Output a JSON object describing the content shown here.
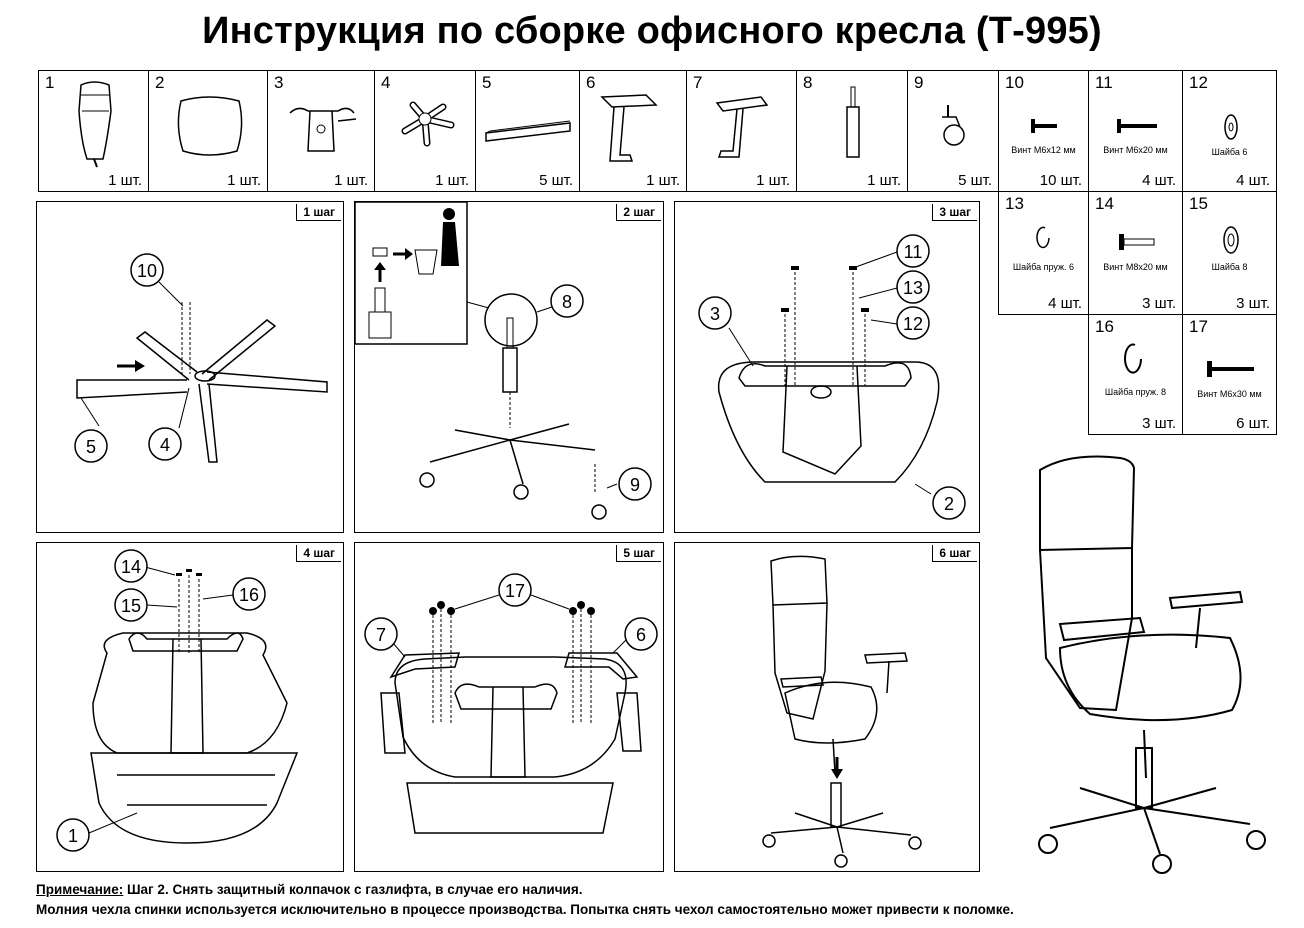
{
  "title": "Инструкция по сборке офисного кресла (Т-995)",
  "parts": [
    {
      "num": "1",
      "qty": "1 шт.",
      "icon": "backrest-icon"
    },
    {
      "num": "2",
      "qty": "1 шт.",
      "icon": "seat-icon"
    },
    {
      "num": "3",
      "qty": "1 шт.",
      "icon": "mechanism-icon"
    },
    {
      "num": "4",
      "qty": "1 шт.",
      "icon": "star-base-icon"
    },
    {
      "num": "5",
      "qty": "5 шт.",
      "icon": "bar-icon"
    },
    {
      "num": "6",
      "qty": "1 шт.",
      "icon": "armrest-right-icon"
    },
    {
      "num": "7",
      "qty": "1 шт.",
      "icon": "armrest-left-icon"
    },
    {
      "num": "8",
      "qty": "1 шт.",
      "icon": "gas-lift-icon"
    },
    {
      "num": "9",
      "qty": "5 шт.",
      "icon": "caster-icon"
    },
    {
      "num": "10",
      "qty": "10 шт.",
      "caption": "Винт М6х12 мм",
      "icon": "screw-icon"
    },
    {
      "num": "11",
      "qty": "4 шт.",
      "caption": "Винт М6х20 мм",
      "icon": "screw-icon"
    },
    {
      "num": "12",
      "qty": "4 шт.",
      "caption": "Шайба 6",
      "icon": "washer-icon"
    },
    {
      "num": "13",
      "qty": "4 шт.",
      "caption": "Шайба пруж. 6",
      "icon": "spring-washer-icon"
    },
    {
      "num": "14",
      "qty": "3 шт.",
      "caption": "Винт М8х20 мм",
      "icon": "screw-icon"
    },
    {
      "num": "15",
      "qty": "3 шт.",
      "caption": "Шайба 8",
      "icon": "washer-icon"
    },
    {
      "num": "16",
      "qty": "3 шт.",
      "caption": "Шайба пруж. 8",
      "icon": "spring-washer-icon"
    },
    {
      "num": "17",
      "qty": "6 шт.",
      "caption": "Винт М6х30 мм",
      "icon": "screw-icon"
    }
  ],
  "steps": [
    {
      "label": "1 шаг",
      "callouts": [
        "10",
        "5",
        "4"
      ]
    },
    {
      "label": "2 шаг",
      "callouts": [
        "8",
        "9"
      ]
    },
    {
      "label": "3 шаг",
      "callouts": [
        "11",
        "13",
        "12",
        "3",
        "2"
      ]
    },
    {
      "label": "4 шаг",
      "callouts": [
        "14",
        "15",
        "16",
        "1"
      ]
    },
    {
      "label": "5 шаг",
      "callouts": [
        "17",
        "7",
        "6"
      ]
    },
    {
      "label": "6 шаг",
      "callouts": []
    }
  ],
  "note": {
    "label": "Примечание:",
    "line1": "Шаг 2. Снять защитный колпачок с газлифта, в случае его наличия.",
    "line2": "Молния чехла спинки используется исключительно в процессе производства. Попытка снять чехол самостоятельно может привести к поломке."
  }
}
